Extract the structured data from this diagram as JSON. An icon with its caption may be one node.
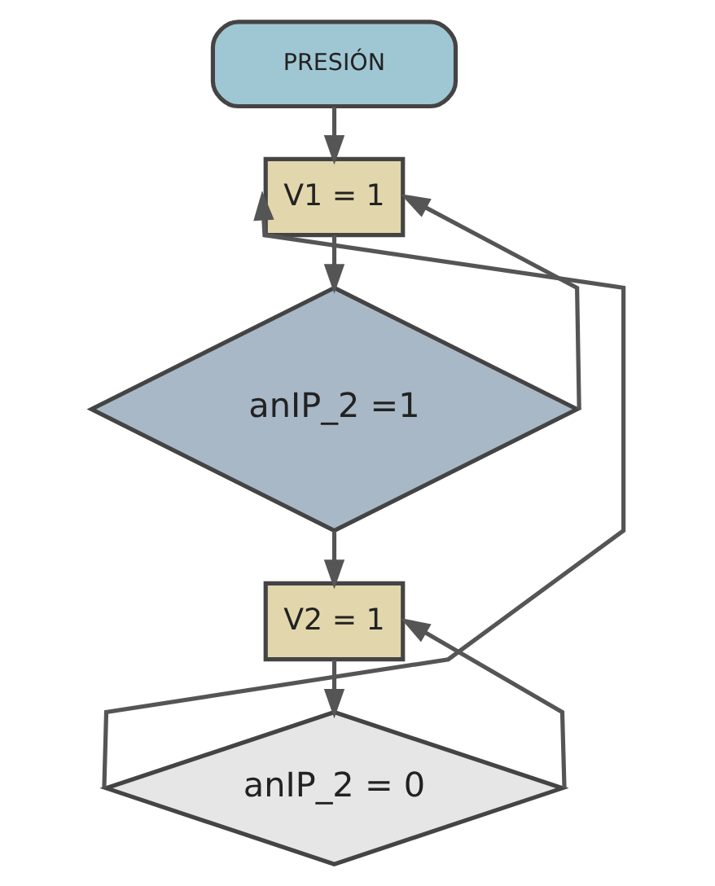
{
  "diagram": {
    "nodes": [
      {
        "text": [
          "PRESIÓN"
        ]
      },
      {
        "text": [
          "V1 = 1"
        ]
      },
      {
        "text": [
          "anIP_2 =1"
        ]
      },
      {
        "text": [
          "V2 = 1"
        ]
      },
      {
        "text": [
          "anIP_2 = 0"
        ]
      }
    ],
    "edges": [
      {
        "from": 0,
        "to": 1,
        "arrow": "to"
      },
      {
        "from": 1,
        "to": 2,
        "arrow": "to"
      },
      {
        "from": 2,
        "to": 3,
        "arrow": "to"
      },
      {
        "from": 3,
        "to": 4,
        "arrow": "to"
      },
      {
        "from": 2,
        "to": 1,
        "arrow": "to"
      },
      {
        "from": 4,
        "to": 3,
        "arrow": "to"
      },
      {
        "from": 4,
        "to": 1,
        "arrow": "to"
      }
    ]
  }
}
